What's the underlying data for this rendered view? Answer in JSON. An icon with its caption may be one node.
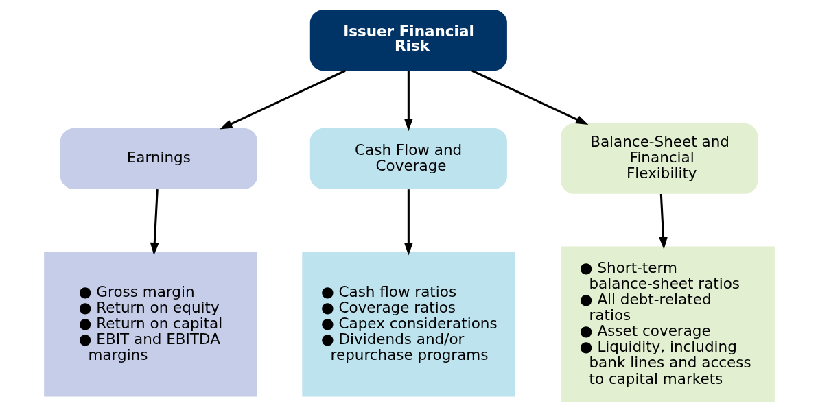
{
  "diagram": {
    "nodes": [
      {
        "text": [
          "Issuer Financial Risk"
        ]
      },
      {
        "text": [
          "Earnings"
        ]
      },
      {
        "text": [
          "Cash Flow and Coverage"
        ]
      },
      {
        "text": [
          "Balance-Sheet and Financial Flexibility"
        ]
      },
      {
        "text": [
          "● Gross margin",
          "● Return on equity",
          "● Return on capital",
          "● EBIT and EBITDA margins"
        ]
      },
      {
        "text": [
          "● Cash flow ratios",
          "● Coverage ratios",
          "● Capex considerations",
          "● Dividends and/or repurchase programs"
        ]
      },
      {
        "text": [
          "● Short-term balance-sheet ratios",
          "● All debt-related ratios",
          "● Asset coverage",
          "● Liquidity, including bank lines and access to capital markets"
        ]
      }
    ],
    "edges": [
      {
        "from": 0,
        "to": 1,
        "arrow": "to"
      },
      {
        "from": 0,
        "to": 2,
        "arrow": "to"
      },
      {
        "from": 0,
        "to": 3,
        "arrow": "to"
      },
      {
        "from": 1,
        "to": 4,
        "arrow": "to"
      },
      {
        "from": 2,
        "to": 5,
        "arrow": "to"
      },
      {
        "from": 3,
        "to": 6,
        "arrow": "to"
      }
    ]
  }
}
